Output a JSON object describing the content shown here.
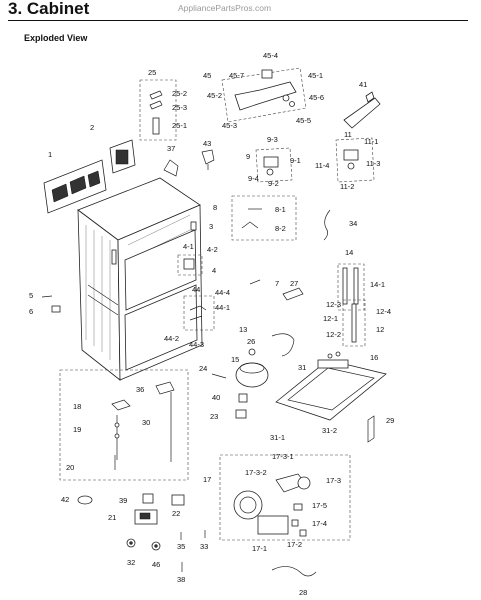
{
  "header": {
    "section_title": "3. Cabinet",
    "watermark": "AppliancePartsPros.com"
  },
  "subtitle": "Exploded View",
  "callouts": [
    "1",
    "2",
    "3",
    "4",
    "4-1",
    "4-2",
    "5",
    "6",
    "7",
    "8",
    "8-1",
    "8-2",
    "9",
    "9-1",
    "9-2",
    "9-3",
    "9-4",
    "11",
    "11-1",
    "11-2",
    "11-3",
    "11-4",
    "12",
    "12-1",
    "12-2",
    "12-3",
    "12-4",
    "13",
    "14",
    "14-1",
    "15",
    "16",
    "17",
    "17-1",
    "17-2",
    "17-3",
    "17-3-1",
    "17-3-2",
    "17-4",
    "17-5",
    "18",
    "19",
    "20",
    "21",
    "22",
    "23",
    "24",
    "25",
    "25-1",
    "25-2",
    "25-3",
    "26",
    "27",
    "28",
    "29",
    "30",
    "31",
    "31-1",
    "31-2",
    "32",
    "33",
    "34",
    "35",
    "36",
    "37",
    "38",
    "39",
    "40",
    "41",
    "42",
    "43",
    "44",
    "44-1",
    "44-2",
    "44-3",
    "44-4",
    "45",
    "45-1",
    "45-2",
    "45-3",
    "45-4",
    "45-5",
    "45-6",
    "45-7",
    "46"
  ]
}
